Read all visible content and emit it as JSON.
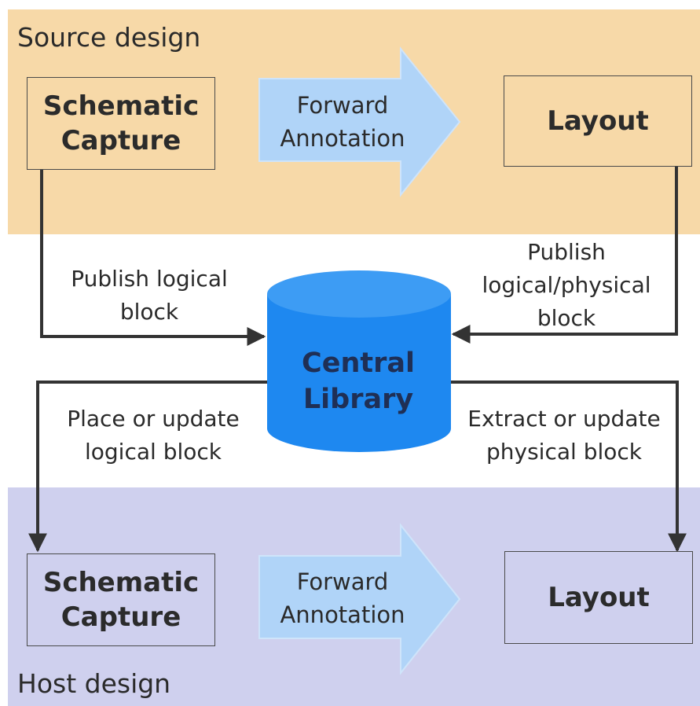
{
  "source": {
    "title": "Source design",
    "schematic": [
      "Schematic",
      "Capture"
    ],
    "forward": [
      "Forward",
      "Annotation"
    ],
    "layout": "Layout"
  },
  "host": {
    "title": "Host design",
    "schematic": [
      "Schematic",
      "Capture"
    ],
    "forward": [
      "Forward",
      "Annotation"
    ],
    "layout": "Layout"
  },
  "library": [
    "Central",
    "Library"
  ],
  "flows": {
    "publish_logical": [
      "Publish logical",
      "block"
    ],
    "publish_physical": [
      "Publish",
      "logical/physical",
      "block"
    ],
    "place_update": [
      "Place or update",
      "logical block"
    ],
    "extract_update": [
      "Extract or update",
      "physical block"
    ]
  },
  "colors": {
    "source_band": "#f7d9a8",
    "host_band": "#cfd0ee",
    "block_arrow": "#b0d4f8",
    "library_blue": "#1e88f0",
    "connector": "#333333"
  }
}
